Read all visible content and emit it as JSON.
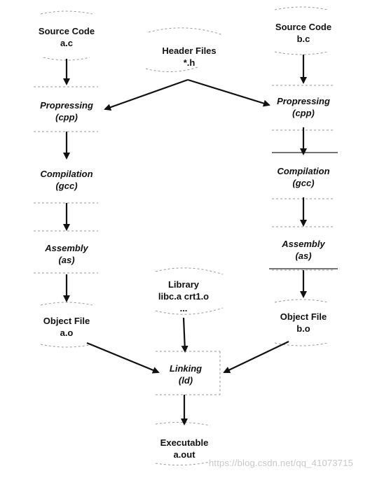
{
  "left": {
    "source": {
      "title": "Source Code",
      "file": "a.c"
    },
    "preprocess": {
      "name": "Propressing",
      "tool": "(cpp)"
    },
    "compile": {
      "name": "Compilation",
      "tool": "(gcc)"
    },
    "assemble": {
      "name": "Assembly",
      "tool": "(as)"
    },
    "object": {
      "title": "Object File",
      "file": "a.o"
    }
  },
  "right": {
    "source": {
      "title": "Source Code",
      "file": "b.c"
    },
    "preprocess": {
      "name": "Propressing",
      "tool": "(cpp)"
    },
    "compile": {
      "name": "Compilation",
      "tool": "(gcc)"
    },
    "assemble": {
      "name": "Assembly",
      "tool": "(as)"
    },
    "object": {
      "title": "Object File",
      "file": "b.o"
    }
  },
  "header": {
    "title": "Header Files",
    "file": "*.h"
  },
  "library": {
    "title": "Library",
    "files": "libc.a crt1.o",
    "more": "..."
  },
  "linking": {
    "name": "Linking",
    "tool": "(ld)"
  },
  "executable": {
    "title": "Executable",
    "file": "a.out"
  },
  "watermark": "https://blog.csdn.net/qq_41073715"
}
